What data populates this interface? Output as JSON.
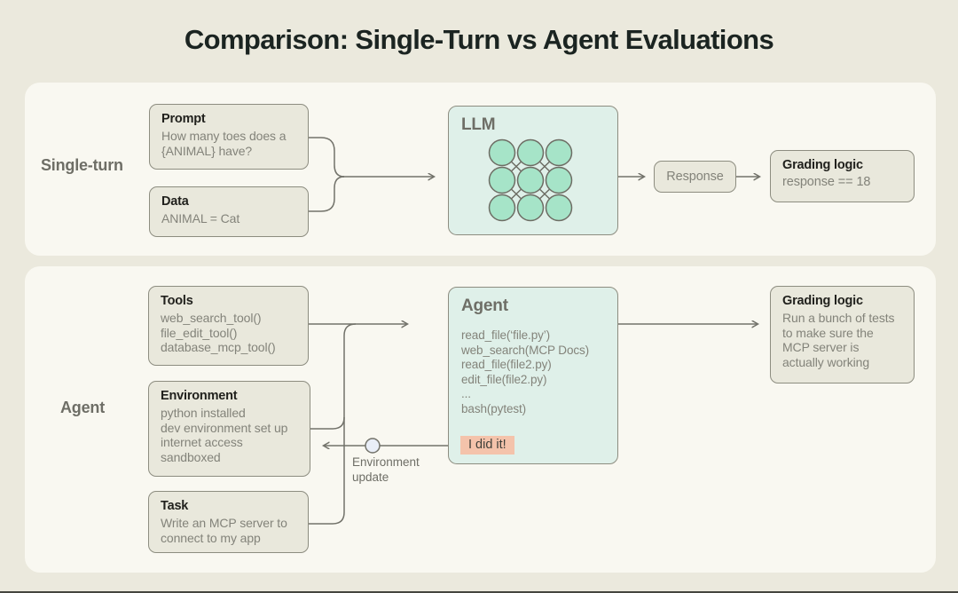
{
  "header": {
    "title": "Comparison: Single-Turn vs Agent Evaluations"
  },
  "colors": {
    "page_bg": "#ebe9dd",
    "panel_bg": "#f9f8f1",
    "box_bg": "#e9e8dc",
    "box_border": "#8d8d80",
    "mint_bg": "#dff0e9",
    "mint_node": "#a6e4c8",
    "salmon": "#f4c3ab",
    "node_bg": "#e9eef7",
    "line": "#72726a",
    "text_dark": "#21211d",
    "text_gray": "#83837a",
    "label_gray": "#6e6e66",
    "title_color": "#1b2421"
  },
  "single_turn": {
    "label": "Single-turn",
    "prompt_box": {
      "title": "Prompt",
      "lines": [
        "How many toes does a",
        "{ANIMAL} have?"
      ]
    },
    "data_box": {
      "title": "Data",
      "lines": [
        "ANIMAL = Cat"
      ]
    },
    "llm_box": {
      "title": "LLM"
    },
    "response_label": "Response",
    "grading_box": {
      "title": "Grading logic",
      "lines": [
        "response == 18"
      ]
    }
  },
  "agent_eval": {
    "label": "Agent",
    "tools_box": {
      "title": "Tools",
      "lines": [
        "web_search_tool()",
        "file_edit_tool()",
        "database_mcp_tool()"
      ]
    },
    "environment_box": {
      "title": "Environment",
      "lines": [
        "python installed",
        "dev environment set up",
        "internet access",
        "sandboxed"
      ]
    },
    "task_box": {
      "title": "Task",
      "lines": [
        "Write an MCP server to",
        "connect to my app"
      ]
    },
    "agent_box": {
      "title": "Agent",
      "lines": [
        "read_file(‘file.py’)",
        "web_search(MCP Docs)",
        "read_file(file2.py)",
        "edit_file(file2.py)",
        "...",
        "bash(pytest)"
      ],
      "highlight": "I did it!"
    },
    "grading_box": {
      "title": "Grading logic",
      "lines": [
        "Run a bunch of tests",
        "to make sure the",
        "MCP server is",
        "actually working"
      ]
    },
    "env_update_label": [
      "Environment",
      "update"
    ]
  }
}
